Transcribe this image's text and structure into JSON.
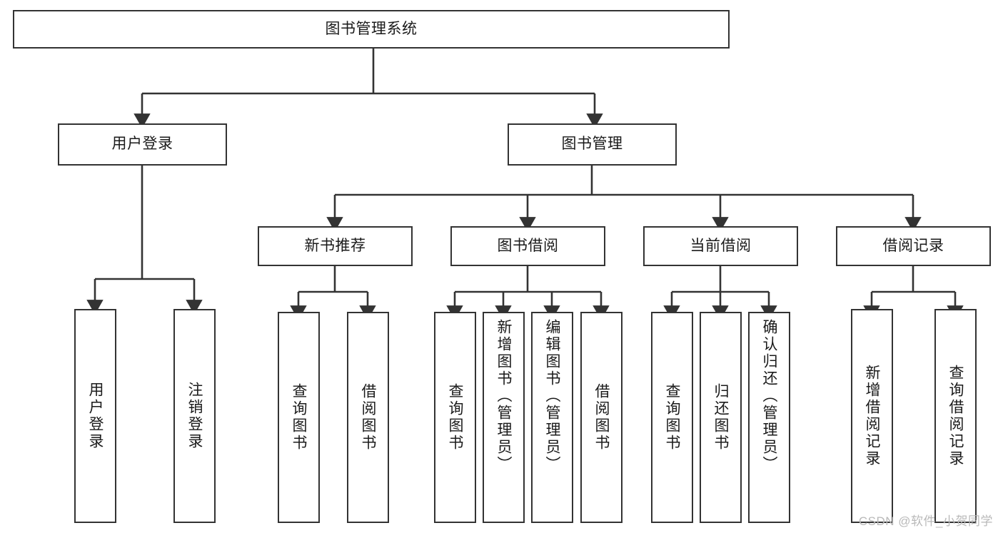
{
  "diagram": {
    "type": "tree-hierarchy-chart",
    "title": "图书管理系统",
    "watermark": "CSDN @软件_小贺同学",
    "colors": {
      "stroke": "#333333",
      "background": "#ffffff",
      "text": "#1a1a1a",
      "watermark": "#b9b9b9"
    },
    "nodes": {
      "root": {
        "label": "图书管理系统"
      },
      "level2": [
        {
          "id": "user-login",
          "label": "用户登录"
        },
        {
          "id": "book-manage",
          "label": "图书管理"
        }
      ],
      "level3": [
        {
          "id": "new-book-rec",
          "label": "新书推荐"
        },
        {
          "id": "book-borrow",
          "label": "图书借阅"
        },
        {
          "id": "current-borrow",
          "label": "当前借阅"
        },
        {
          "id": "borrow-record",
          "label": "借阅记录"
        }
      ],
      "leaves": {
        "user_login": [
          {
            "id": "leaf-user-login",
            "label": "用户登录"
          },
          {
            "id": "leaf-logout",
            "label": "注销登录"
          }
        ],
        "new_book_rec": [
          {
            "id": "leaf-query-book-1",
            "label": "查询图书"
          },
          {
            "id": "leaf-borrow-book-1",
            "label": "借阅图书"
          }
        ],
        "book_borrow": [
          {
            "id": "leaf-query-book-2",
            "label": "查询图书"
          },
          {
            "id": "leaf-add-book",
            "label": "新增图书（管理员）"
          },
          {
            "id": "leaf-edit-book",
            "label": "编辑图书（管理员）"
          },
          {
            "id": "leaf-borrow-book-2",
            "label": "借阅图书"
          }
        ],
        "current_borrow": [
          {
            "id": "leaf-query-book-3",
            "label": "查询图书"
          },
          {
            "id": "leaf-return-book",
            "label": "归还图书"
          },
          {
            "id": "leaf-confirm-return",
            "label": "确认归还（管理员）"
          }
        ],
        "borrow_record": [
          {
            "id": "leaf-add-record",
            "label": "新增借阅记录"
          },
          {
            "id": "leaf-query-record",
            "label": "查询借阅记录"
          }
        ]
      }
    }
  }
}
